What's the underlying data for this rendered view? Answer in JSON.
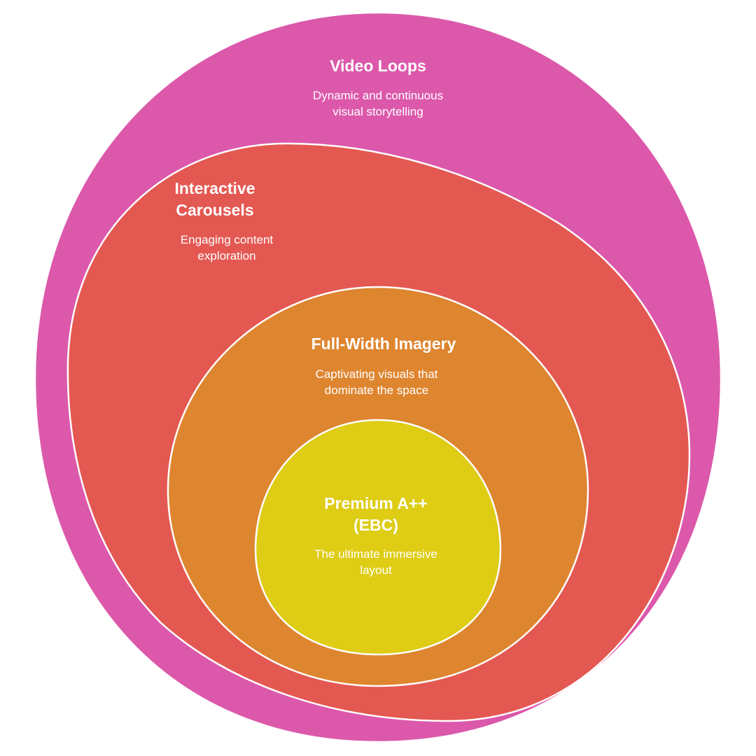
{
  "colors": {
    "outer": "#DC58AB",
    "second": "#E45852",
    "third": "#DE852F",
    "inner": "#DECC15",
    "stroke": "#FFFFFF"
  },
  "layers": [
    {
      "key": "video_loops",
      "title_lines": [
        "Video Loops"
      ],
      "desc_lines": [
        "Dynamic and continuous",
        "visual storytelling"
      ]
    },
    {
      "key": "interactive_carousels",
      "title_lines": [
        "Interactive",
        "Carousels"
      ],
      "desc_lines": [
        "Engaging content",
        "exploration"
      ]
    },
    {
      "key": "full_width_imagery",
      "title_lines": [
        "Full-Width Imagery"
      ],
      "desc_lines": [
        "Captivating visuals that",
        "dominate the space"
      ]
    },
    {
      "key": "premium",
      "title_lines": [
        "Premium A++",
        "(EBC)"
      ],
      "desc_lines": [
        "The ultimate immersive",
        "layout"
      ]
    }
  ]
}
